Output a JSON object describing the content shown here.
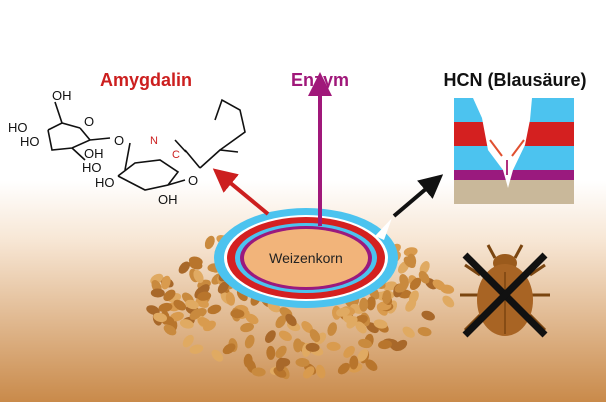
{
  "labels": {
    "amygdalin": "Amygdalin",
    "enzyme": "Enzym",
    "hcn": "HCN (Blausäure)",
    "grain": "Weizenkorn"
  },
  "chemistry": {
    "atoms": [
      "OH",
      "HO",
      "HO",
      "O",
      "OH",
      "O",
      "HO",
      "HO",
      "OH",
      "O",
      "N",
      "C"
    ]
  },
  "colors": {
    "amygdalin": "#cc1f1f",
    "enzyme": "#a0187a",
    "hcn": "#111111",
    "ring_blue": "#4cc3ef",
    "ring_red": "#d42020",
    "ring_purple": "#9a1a7e",
    "grain_center": "#f2b47a",
    "soil": "#c9b89a"
  }
}
